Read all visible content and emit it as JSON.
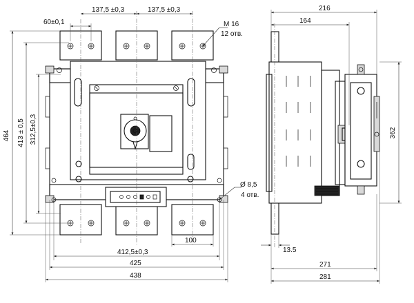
{
  "front_view": {
    "dimensions": {
      "d_60": "60±0,1",
      "d_137_left": "137,5 ±0,3",
      "d_137_right": "137,5 ±0,3",
      "d_464": "464",
      "d_413": "413 ± 0,5",
      "d_312": "312,5±0,3",
      "d_100": "100",
      "d_412": "412,5±0,3",
      "d_425": "425",
      "d_438": "438"
    },
    "callouts": {
      "thread_label": "M 16",
      "thread_count": "12 отв.",
      "hole_label": "Ø 8,5",
      "hole_count": "4 отв."
    }
  },
  "side_view": {
    "dimensions": {
      "d_216": "216",
      "d_164": "164",
      "d_362": "362",
      "d_13_5": "13.5",
      "d_271": "271",
      "d_281": "281"
    }
  }
}
